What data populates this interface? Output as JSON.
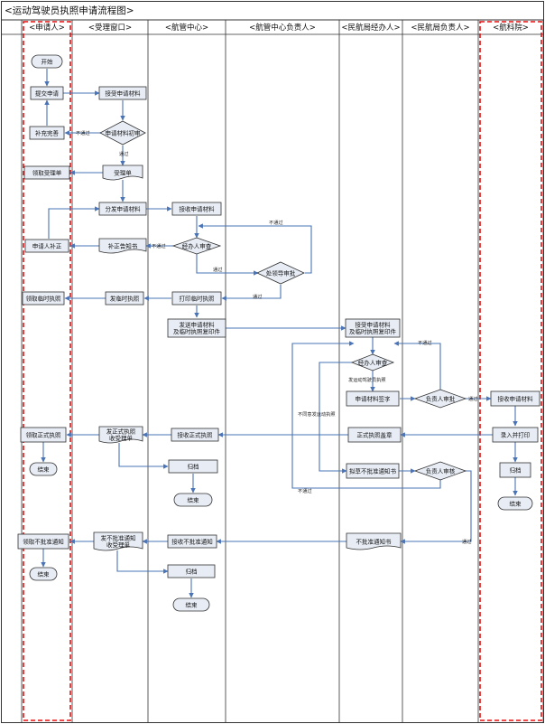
{
  "title": "<运动驾驶员执照申请流程图>",
  "lanes": [
    {
      "id": "applicant",
      "label": "<申请人>",
      "highlight": true
    },
    {
      "id": "window",
      "label": "<受理窗口>",
      "highlight": false
    },
    {
      "id": "center",
      "label": "<航管中心>",
      "highlight": false
    },
    {
      "id": "center_head",
      "label": "<航管中心负责人>",
      "highlight": false
    },
    {
      "id": "caac_officer",
      "label": "<民航局经办人>",
      "highlight": false
    },
    {
      "id": "caac_head",
      "label": "<民航局负责人>",
      "highlight": false
    },
    {
      "id": "institute",
      "label": "<航科院>",
      "highlight": true
    }
  ],
  "nodes": {
    "start1": "开始",
    "submit": "提交申请",
    "receive_app": "接受申请材料",
    "precheck": "申请材料初审",
    "supplement": "补充完善",
    "receipt": "受理单",
    "get_receipt": "领取受理单",
    "distribute": "分发申请材料",
    "center_receive": "接收申请材料",
    "officer_review": "经办人审查",
    "notice_fix": "补正告知书",
    "applicant_fix": "申请人补正",
    "leader_review": "处领导审批",
    "print_temp": "打印临时执照",
    "issue_temp": "发临时执照",
    "get_temp": "领取临时执照",
    "send_materials": "发送申请材料\n及临时执照复印件",
    "caac_receive": "接受申请材料\n及临时执照复印件",
    "caac_officer_review": "经办人审查",
    "sign_opinion": "申请材料签字",
    "head_approve": "负责人审批",
    "inst_receive": "接收申请材料",
    "record_print": "录入并打印",
    "inst_archive": "归档",
    "inst_end": "结束",
    "formal_seal": "正式执照盖章",
    "center_receive_formal": "接收正式执照",
    "issue_formal": "发正式执照\n收受理单",
    "get_formal": "领取正式执照",
    "end_a1": "结束",
    "center_archive1": "归档",
    "center_end1": "结束",
    "draft_reject": "拟草不批准通知书",
    "head_approve2": "负责人审核",
    "reject_notice": "不批准通知书",
    "center_receive_reject": "接收不批准通知",
    "issue_reject": "发不批准通知\n收受理单",
    "get_reject": "领取不批准通知",
    "end_a2": "结束",
    "center_archive2": "归档",
    "center_end2": "结束"
  },
  "edge_labels": {
    "fail1": "不通过",
    "pass1": "通过",
    "fail2": "不通过",
    "fail3": "不通过",
    "pass2": "通过",
    "pass3": "通过",
    "fail4": "不通过",
    "agree_issue": "发运动驾驶员执照",
    "pass4": "通过",
    "disagree": "不同意发运动执照",
    "fail5": "不通过",
    "pass5": "通过"
  }
}
